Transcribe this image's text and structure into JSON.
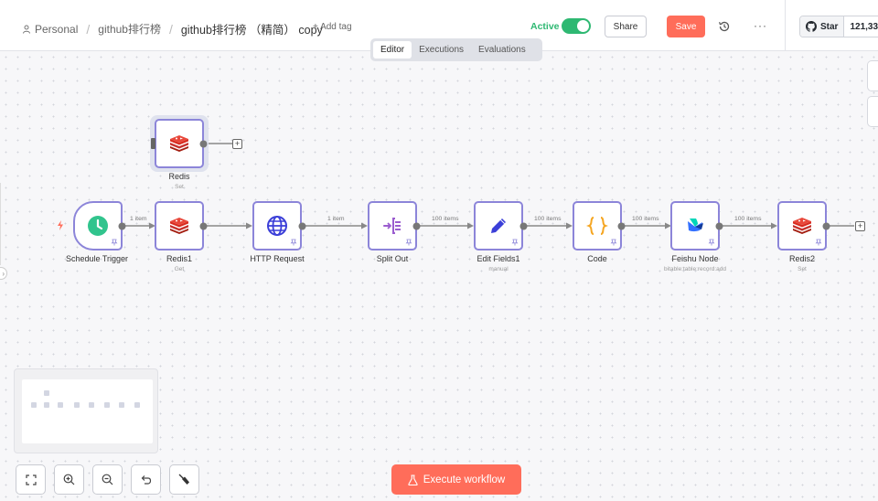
{
  "header": {
    "project": "Personal",
    "folder": "github排行榜",
    "workflow_name": "github排行榜 （精简） copy",
    "add_tag": "+ Add tag",
    "active_label": "Active",
    "share_label": "Share",
    "save_label": "Save",
    "more_label": "···",
    "star_label": "Star",
    "star_count": "121,33"
  },
  "tabs": [
    {
      "label": "Editor",
      "active": true
    },
    {
      "label": "Executions",
      "active": false
    },
    {
      "label": "Evaluations",
      "active": false
    }
  ],
  "nodes": [
    {
      "name": "Redis",
      "subtitle": "Set"
    },
    {
      "name": "Schedule Trigger",
      "subtitle": ""
    },
    {
      "name": "Redis1",
      "subtitle": "Get"
    },
    {
      "name": "HTTP Request",
      "subtitle": ""
    },
    {
      "name": "Split Out",
      "subtitle": ""
    },
    {
      "name": "Edit Fields1",
      "subtitle": "manual"
    },
    {
      "name": "Code",
      "subtitle": ""
    },
    {
      "name": "Feishu Node",
      "subtitle": "bitable:table:record:add"
    },
    {
      "name": "Redis2",
      "subtitle": "Set"
    }
  ],
  "edges": [
    {
      "label": "1 item"
    },
    {
      "label": "1 item"
    },
    {
      "label": "100 items"
    },
    {
      "label": "100 items"
    },
    {
      "label": "100 items"
    },
    {
      "label": "100 items"
    }
  ],
  "footer": {
    "execute_label": "Execute workflow"
  },
  "colors": {
    "accent": "#ff6d5a",
    "active_green": "#2eb872",
    "node_border": "#8c85d9",
    "redis_red": "#d82c20"
  }
}
